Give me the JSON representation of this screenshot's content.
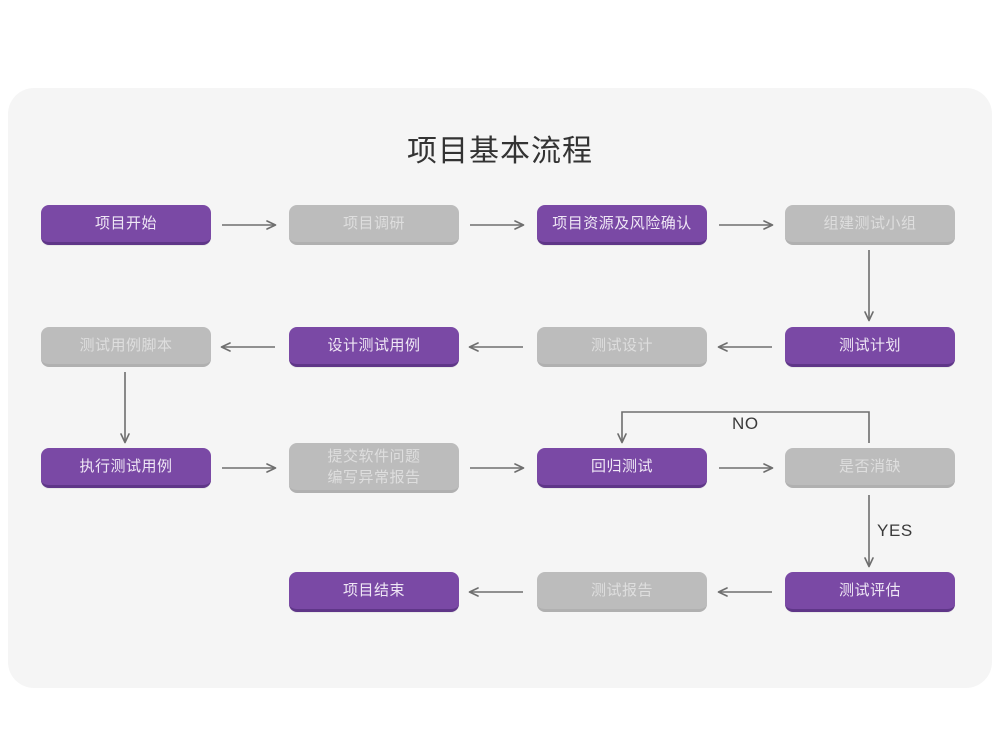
{
  "page": {
    "background_color": "#ffffff",
    "panel_color": "#f5f5f5"
  },
  "chart_title": "项目基本流程",
  "colors": {
    "active_node": "#7a49a5",
    "active_node_shadow": "#5f3688",
    "active_node_text": "#efe7f5",
    "inactive_node": "#bcbcbc",
    "inactive_node_shadow": "#b0b0b0",
    "inactive_node_text": "#dedede",
    "connector": "#6e6e6e",
    "title_text": "#333333",
    "branch_label_text": "#3a3a3a"
  },
  "chart_data": {
    "type": "diagram",
    "title": "项目基本流程",
    "nodes": [
      {
        "id": "n1",
        "label": "项目开始",
        "state": "active",
        "row": 1,
        "col": 1
      },
      {
        "id": "n2",
        "label": "项目调研",
        "state": "inactive",
        "row": 1,
        "col": 2
      },
      {
        "id": "n3",
        "label": "项目资源及风险确认",
        "state": "active",
        "row": 1,
        "col": 3
      },
      {
        "id": "n4",
        "label": "组建测试小组",
        "state": "inactive",
        "row": 1,
        "col": 4
      },
      {
        "id": "n5",
        "label": "测试计划",
        "state": "active",
        "row": 2,
        "col": 4
      },
      {
        "id": "n6",
        "label": "测试设计",
        "state": "inactive",
        "row": 2,
        "col": 3
      },
      {
        "id": "n7",
        "label": "设计测试用例",
        "state": "active",
        "row": 2,
        "col": 2
      },
      {
        "id": "n8",
        "label": "测试用例脚本",
        "state": "inactive",
        "row": 2,
        "col": 1
      },
      {
        "id": "n9",
        "label": "执行测试用例",
        "state": "active",
        "row": 3,
        "col": 1
      },
      {
        "id": "n10",
        "label": "提交软件问题\n编写异常报告",
        "state": "inactive",
        "row": 3,
        "col": 2
      },
      {
        "id": "n11",
        "label": "回归测试",
        "state": "active",
        "row": 3,
        "col": 3
      },
      {
        "id": "n12",
        "label": "是否消缺",
        "state": "inactive",
        "row": 3,
        "col": 4
      },
      {
        "id": "n13",
        "label": "测试评估",
        "state": "active",
        "row": 4,
        "col": 4
      },
      {
        "id": "n14",
        "label": "测试报告",
        "state": "inactive",
        "row": 4,
        "col": 3
      },
      {
        "id": "n15",
        "label": "项目结束",
        "state": "active",
        "row": 4,
        "col": 2
      }
    ],
    "edges": [
      {
        "from": "n1",
        "to": "n2",
        "label": "",
        "direction": "right"
      },
      {
        "from": "n2",
        "to": "n3",
        "label": "",
        "direction": "right"
      },
      {
        "from": "n3",
        "to": "n4",
        "label": "",
        "direction": "right"
      },
      {
        "from": "n4",
        "to": "n5",
        "label": "",
        "direction": "down"
      },
      {
        "from": "n5",
        "to": "n6",
        "label": "",
        "direction": "left"
      },
      {
        "from": "n6",
        "to": "n7",
        "label": "",
        "direction": "left"
      },
      {
        "from": "n7",
        "to": "n8",
        "label": "",
        "direction": "left"
      },
      {
        "from": "n8",
        "to": "n9",
        "label": "",
        "direction": "down"
      },
      {
        "from": "n9",
        "to": "n10",
        "label": "",
        "direction": "right"
      },
      {
        "from": "n10",
        "to": "n11",
        "label": "",
        "direction": "right"
      },
      {
        "from": "n11",
        "to": "n12",
        "label": "",
        "direction": "right"
      },
      {
        "from": "n12",
        "to": "n11",
        "label": "NO",
        "direction": "loop-up-left-down"
      },
      {
        "from": "n12",
        "to": "n13",
        "label": "YES",
        "direction": "down"
      },
      {
        "from": "n13",
        "to": "n14",
        "label": "",
        "direction": "left"
      },
      {
        "from": "n14",
        "to": "n15",
        "label": "",
        "direction": "left"
      }
    ],
    "branch_labels": [
      {
        "id": "no-label",
        "text": "NO"
      },
      {
        "id": "yes-label",
        "text": "YES"
      }
    ]
  }
}
